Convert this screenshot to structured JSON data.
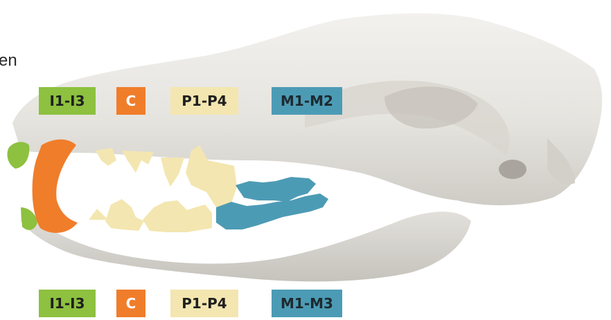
{
  "partial_text": "en",
  "upper_jaw_labels": {
    "incisors": "I1-I3",
    "canine": "C",
    "premolars": "P1-P4",
    "molars": "M1-M2"
  },
  "lower_jaw_labels": {
    "incisors": "I1-I3",
    "canine": "C",
    "premolars": "P1-P4",
    "molars": "M1-M3"
  },
  "colors": {
    "incisors": "#8dc13f",
    "canine": "#f07d2a",
    "premolars": "#f3e6b0",
    "molars": "#4c9bb5",
    "skull": "#e8e6e2",
    "skull_shadow": "#c9c6c0"
  }
}
